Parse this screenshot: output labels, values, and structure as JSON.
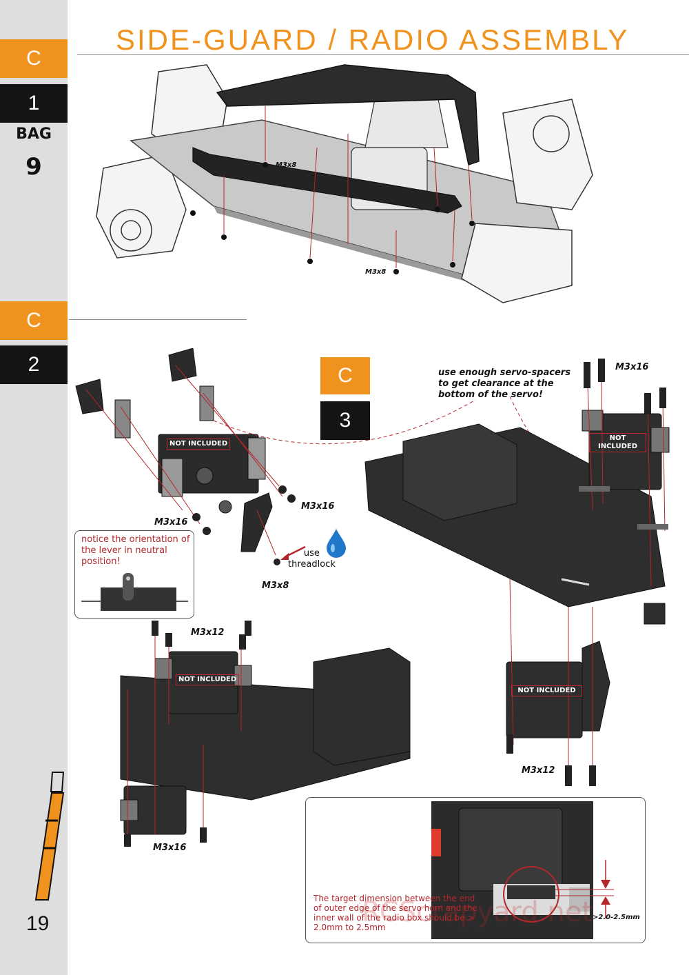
{
  "header": {
    "title": "SIDE-GUARD / RADIO ASSEMBLY"
  },
  "sidebar": {
    "step_c1": {
      "letter": "C",
      "number": "1"
    },
    "bag": {
      "label": "BAG",
      "number": "9"
    },
    "step_c2": {
      "letter": "C",
      "number": "2"
    }
  },
  "step_c3": {
    "letter": "C",
    "number": "3"
  },
  "labels": {
    "m3x8_top": "M3x8",
    "m3x8_bottom": "M3x8",
    "m3x16_left": "M3x16",
    "m3x16_right": "M3x16",
    "m3x8_lever": "M3x8",
    "m3x16_servo_top": "M3x16",
    "m3x12_lower": "M3x12",
    "m3x12_right": "M3x12",
    "m3x16_lower": "M3x16",
    "not_included": "NOT INCLUDED"
  },
  "threadlock": {
    "line1": "use",
    "line2": "threadlock"
  },
  "notes": {
    "orientation": "notice the orientation of the lever in neutral position!",
    "spacers": "use enough servo-spacers to get clearance at the bottom of the servo!",
    "target": "The target dimension between the end of outer edge of the servo horn and the inner wall of the radio box should be > 2.0mm to 2.5mm",
    "dimension": ">2.0-2.5mm"
  },
  "page": {
    "number": "19"
  },
  "watermark": "RCScrapyard.net",
  "colors": {
    "accent": "#f0931e",
    "tab_dark": "#141414",
    "note_red": "#b3262c",
    "sidebar": "#dedede"
  }
}
